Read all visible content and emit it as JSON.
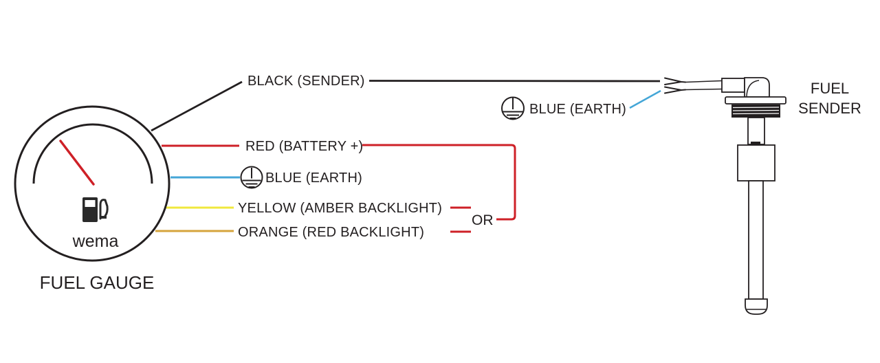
{
  "colors": {
    "ink": "#231f20",
    "red": "#ce2027",
    "blue": "#44a6d7",
    "yellow": "#f0e83d",
    "orange": "#d6a43b",
    "background": "#ffffff"
  },
  "gauge": {
    "title": "FUEL GAUGE",
    "brand": "wema"
  },
  "sender": {
    "title_line1": "FUEL",
    "title_line2": "SENDER"
  },
  "labels": {
    "black_wire": "BLACK (SENDER)",
    "red_wire": "RED (BATTERY +)",
    "blue_wire_gauge": "BLUE (EARTH)",
    "yellow_wire": "YELLOW (AMBER BACKLIGHT)",
    "orange_wire": "ORANGE (RED BACKLIGHT)",
    "or_connector": "OR",
    "blue_wire_sender": "BLUE (EARTH)"
  }
}
